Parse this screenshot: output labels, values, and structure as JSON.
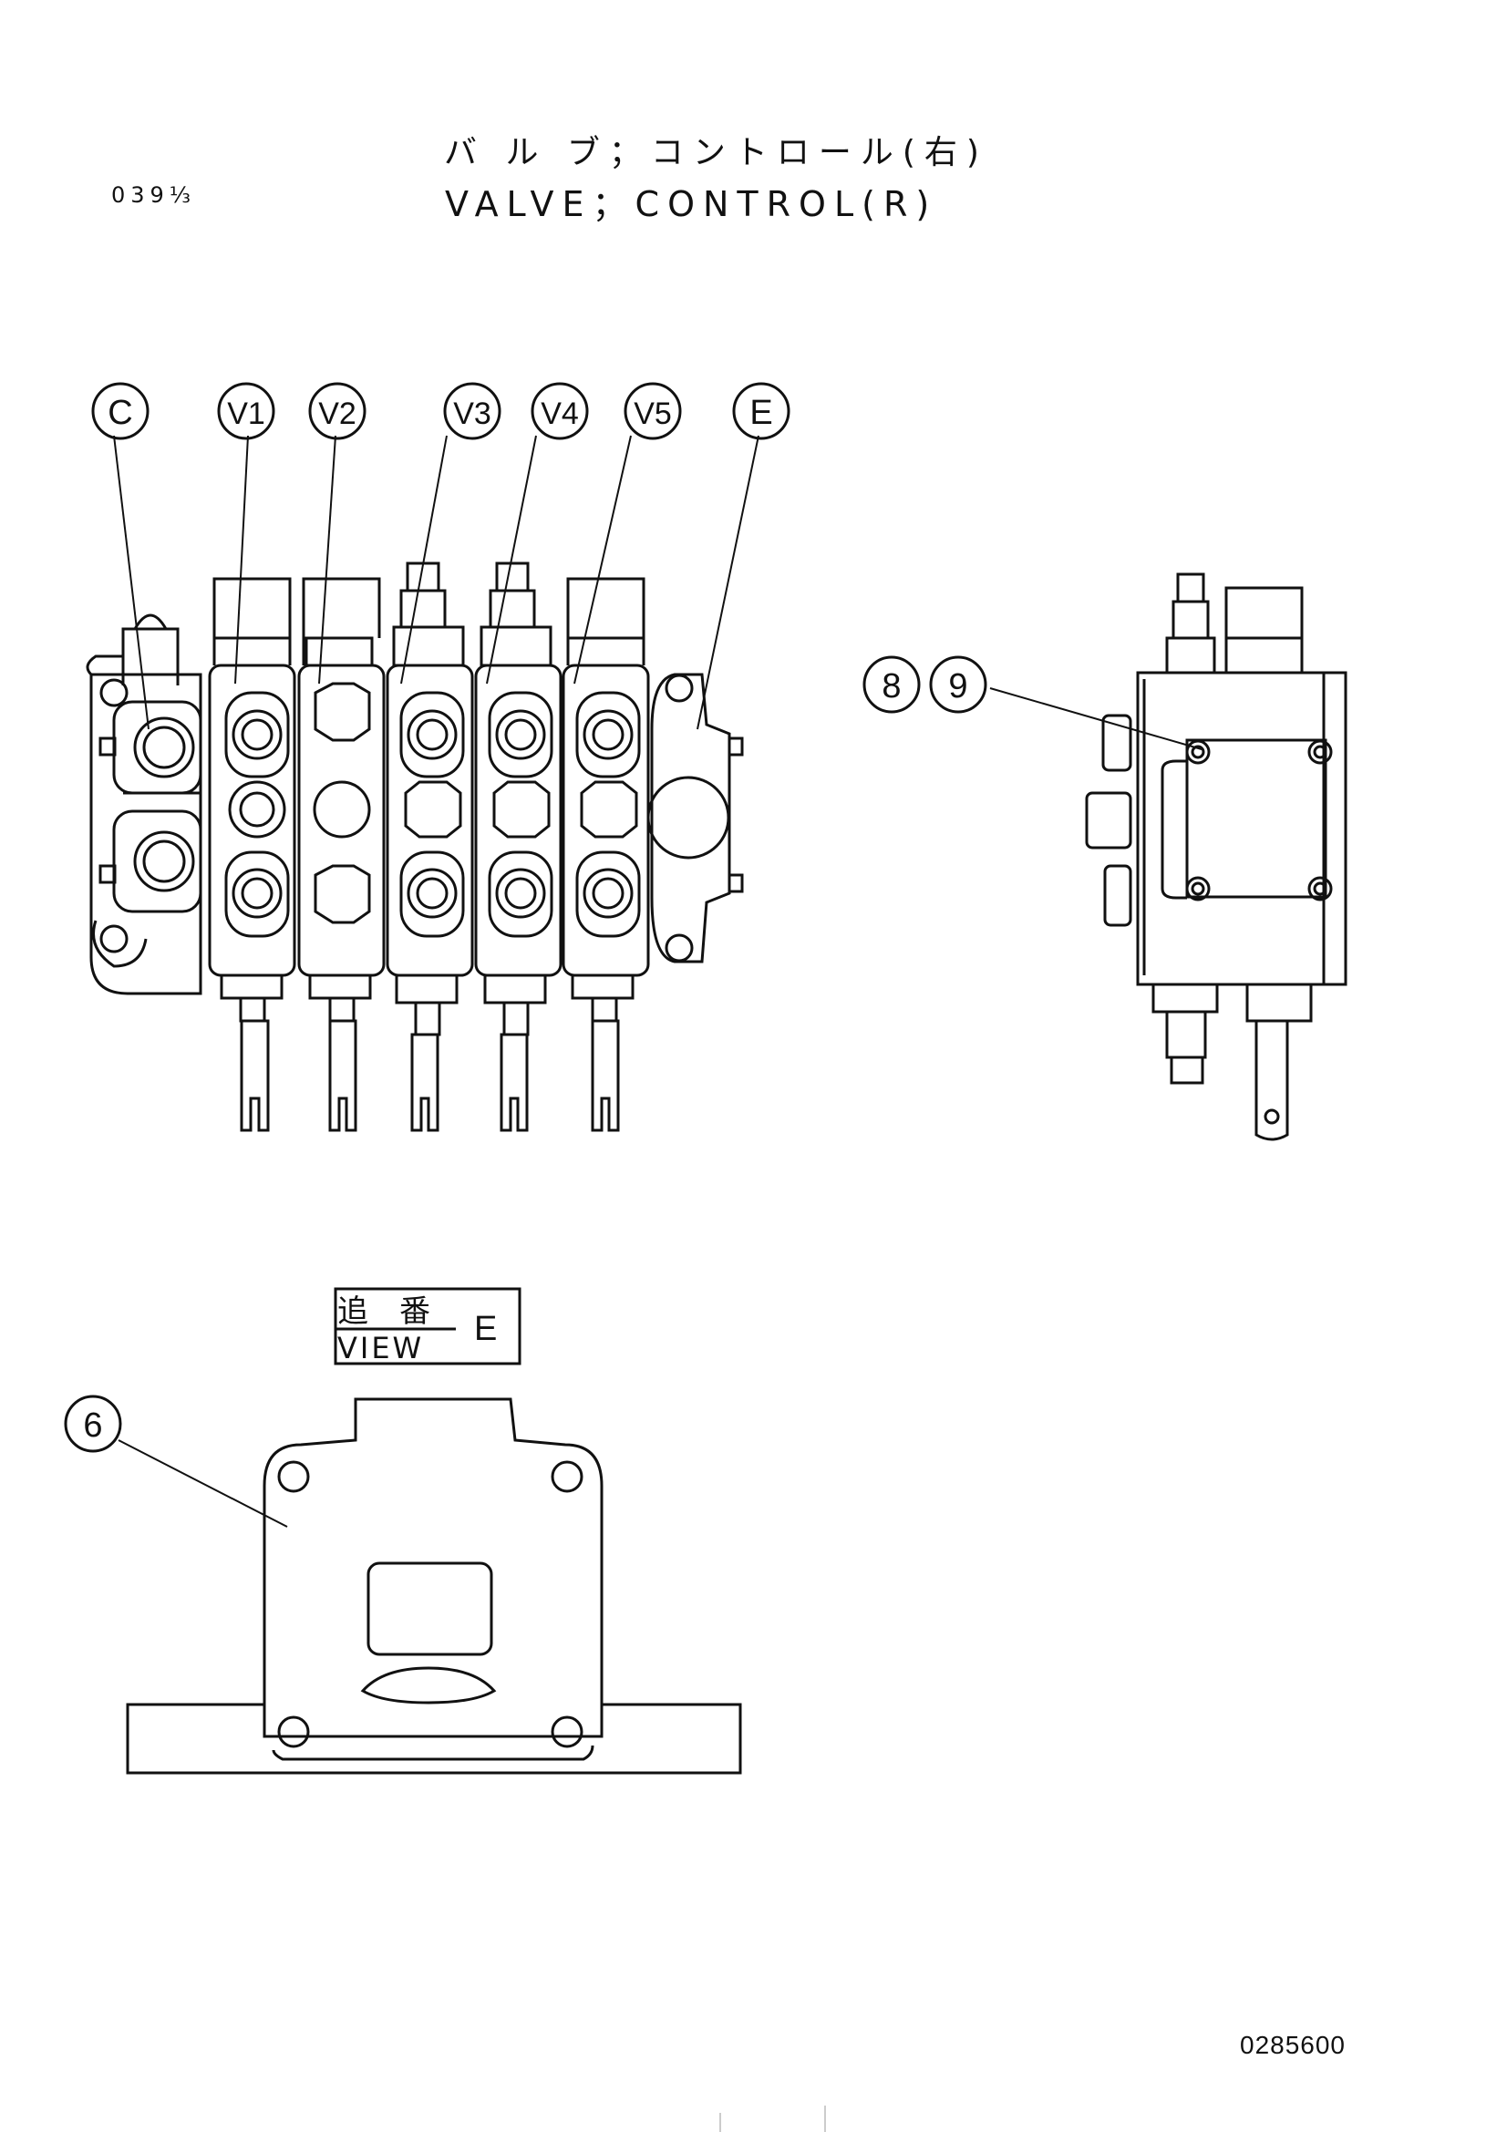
{
  "header": {
    "page_code": "039⅓",
    "title_jp": "バ ル ブ；コントロール(右)",
    "title_en": "VALVE；CONTROL(R)"
  },
  "callouts_main": {
    "c": "C",
    "v1": "V1",
    "v2": "V2",
    "v3": "V3",
    "v4": "V4",
    "v5": "V5",
    "e": "E"
  },
  "callouts_side": {
    "part_8": "8",
    "part_9": "9"
  },
  "view_label": {
    "jp": "追　番",
    "en": "VIEW",
    "letter": "E"
  },
  "callout_view": {
    "part_6": "6"
  },
  "footer": {
    "drawing_number": "0285600"
  }
}
